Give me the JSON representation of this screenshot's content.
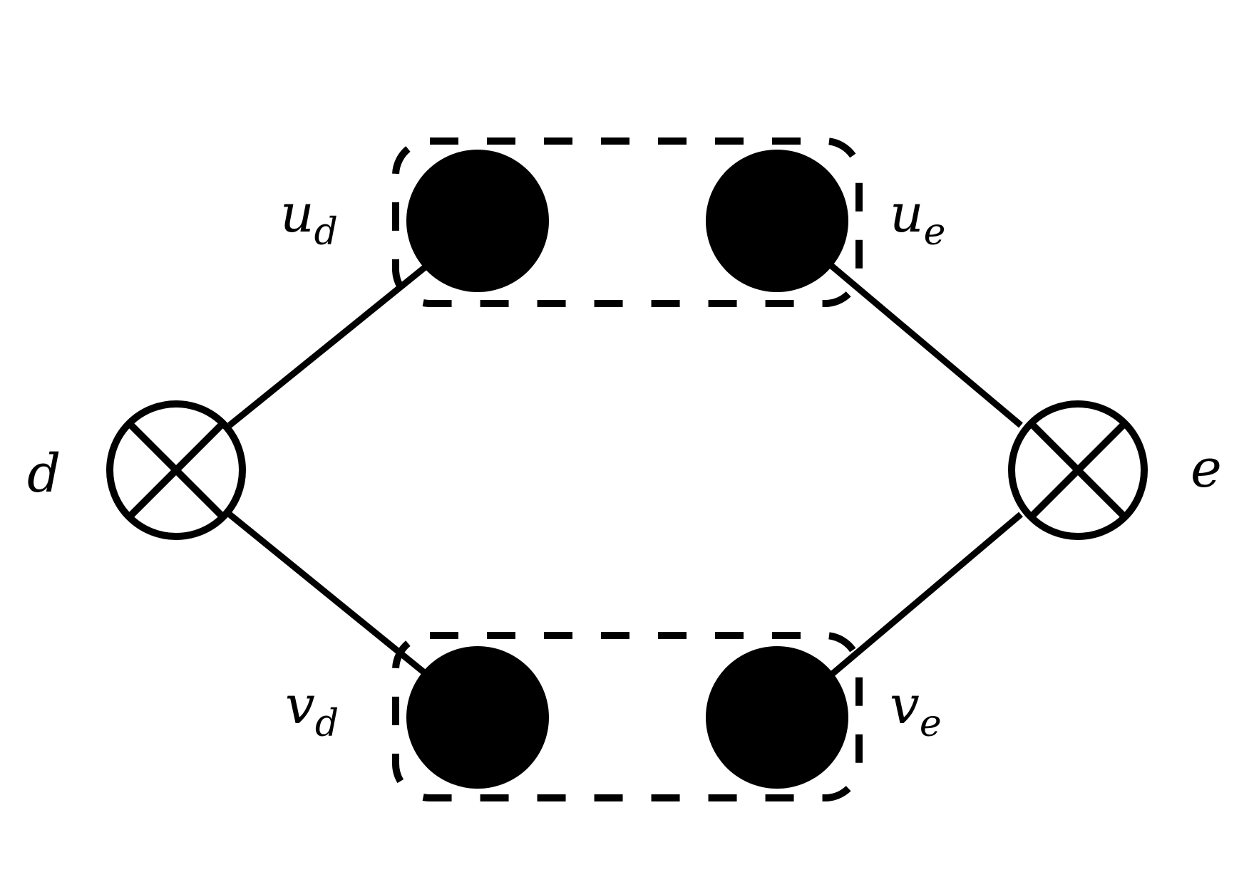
{
  "colors": {
    "ink": "#000000",
    "background": "#ffffff"
  },
  "nodes": {
    "d": {
      "label": "d",
      "kind": "circled-cross"
    },
    "e": {
      "label": "e",
      "kind": "circled-cross"
    },
    "u_d": {
      "label": "u",
      "subscript": "d",
      "kind": "filled-circle"
    },
    "u_e": {
      "label": "u",
      "subscript": "e",
      "kind": "filled-circle"
    },
    "v_d": {
      "label": "v",
      "subscript": "d",
      "kind": "filled-circle"
    },
    "v_e": {
      "label": "v",
      "subscript": "e",
      "kind": "filled-circle"
    }
  },
  "edges": [
    {
      "from": "d",
      "to": "u_d"
    },
    {
      "from": "d",
      "to": "v_d"
    },
    {
      "from": "e",
      "to": "u_e"
    },
    {
      "from": "e",
      "to": "v_e"
    }
  ],
  "groups": [
    {
      "members": [
        "u_d",
        "u_e"
      ],
      "style": "dashed-rounded-box"
    },
    {
      "members": [
        "v_d",
        "v_e"
      ],
      "style": "dashed-rounded-box"
    }
  ]
}
